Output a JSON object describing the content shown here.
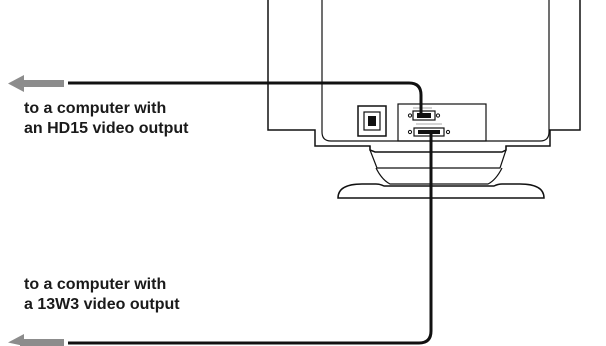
{
  "labels": {
    "hd15": {
      "line1": "to a computer with",
      "line2": "an HD15 video output"
    },
    "w13w3": {
      "line1": "to a computer with",
      "line2": "a 13W3 video output"
    }
  },
  "colors": {
    "stroke": "#111111",
    "arrow": "#8c8c8c",
    "text": "#1a1a1a",
    "background": "#ffffff"
  }
}
